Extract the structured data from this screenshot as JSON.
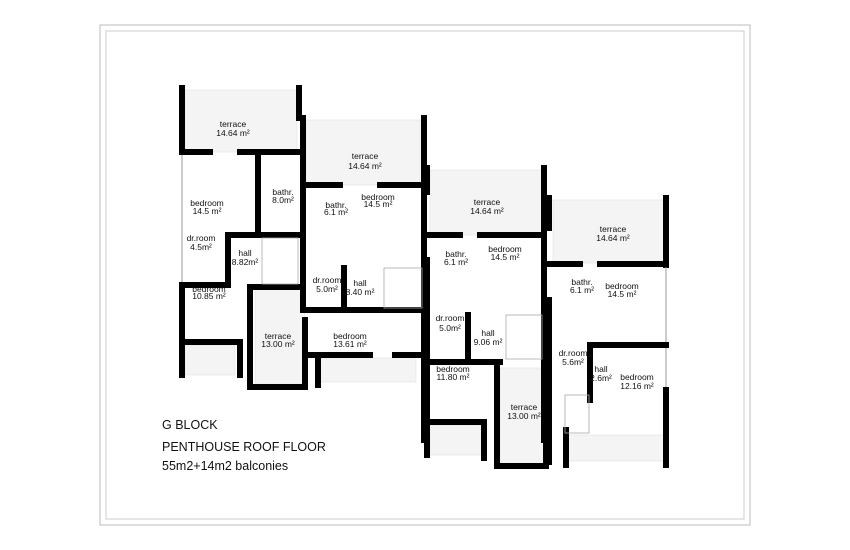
{
  "caption": {
    "block": "G BLOCK",
    "floor": "PENTHOUSE ROOF FLOOR",
    "area": "55m2+14m2 balconies"
  },
  "units": [
    {
      "rooms": [
        {
          "name": "terrace",
          "area": "14.64 m²"
        },
        {
          "name": "bedroom",
          "area": "14.5 m²"
        },
        {
          "name": "bathr.",
          "area": "8.0m²"
        },
        {
          "name": "dr.room",
          "area": "4.5m²"
        },
        {
          "name": "hall",
          "area": "8.82m²"
        },
        {
          "name": "bedroom",
          "area": "10.85 m²"
        },
        {
          "name": "terrace",
          "area": "13.00 m²"
        }
      ]
    },
    {
      "rooms": [
        {
          "name": "terrace",
          "area": "14.64 m²"
        },
        {
          "name": "bathr.",
          "area": "6.1 m²"
        },
        {
          "name": "bedroom",
          "area": "14.5 m²"
        },
        {
          "name": "dr.room",
          "area": "5.0m²"
        },
        {
          "name": "hall",
          "area": "8.40 m²"
        },
        {
          "name": "bedroom",
          "area": "13.61 m²"
        }
      ]
    },
    {
      "rooms": [
        {
          "name": "terrace",
          "area": "14.64 m²"
        },
        {
          "name": "bathr.",
          "area": "6.1 m²"
        },
        {
          "name": "bedroom",
          "area": "14.5 m²"
        },
        {
          "name": "dr.room",
          "area": "5.0m²"
        },
        {
          "name": "hall",
          "area": "9.06 m²"
        },
        {
          "name": "bedroom",
          "area": "11.80 m²"
        },
        {
          "name": "terrace",
          "area": "13.00 m²"
        }
      ]
    },
    {
      "rooms": [
        {
          "name": "terrace",
          "area": "14.64 m²"
        },
        {
          "name": "bathr.",
          "area": "6.1 m²"
        },
        {
          "name": "bedroom",
          "area": "14.5 m²"
        },
        {
          "name": "dr.room",
          "area": "5.6m²"
        },
        {
          "name": "hall",
          "area": "2.6m²"
        },
        {
          "name": "bedroom",
          "area": "12.16 m²"
        }
      ]
    }
  ]
}
